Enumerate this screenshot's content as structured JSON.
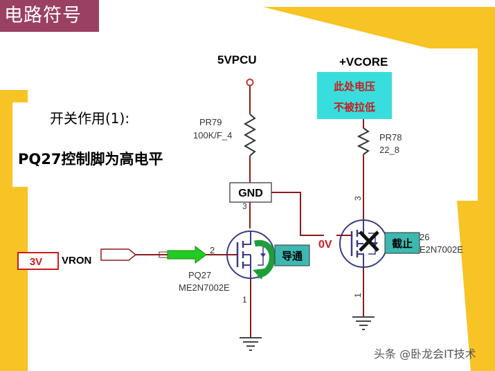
{
  "slide_title": "电路符号",
  "note": {
    "line1": "开关作用(1):",
    "line2": "PQ27控制脚为高电平"
  },
  "rails": {
    "left": "5VPCU",
    "right": "+VCORE"
  },
  "right_callout": {
    "line1": "此处电压",
    "line2": "不被拉低"
  },
  "resistors": {
    "left": {
      "ref": "PR79",
      "value": "100K/F_4"
    },
    "right": {
      "ref": "PR78",
      "value": "22_8"
    }
  },
  "gnd_box": "GND",
  "zero_volt": "0V",
  "input": {
    "voltage": "3V",
    "net": "VRON"
  },
  "mosfet_left": {
    "ref": "PQ27",
    "part": "ME2N7002E",
    "state": "导通"
  },
  "mosfet_right": {
    "ref_partial": "26",
    "part_partial": "E2N7002E",
    "state": "截止"
  },
  "pins": {
    "gate": "2",
    "drain": "3",
    "source": "1"
  },
  "watermark": "头条 @卧龙会IT技术",
  "colors": {
    "title_bg": "#9a4163",
    "accent_yellow": "#f7c325",
    "wire": "#8b1a1a",
    "component": "#3a3a8a",
    "callout_cyan": "#38dede",
    "state_teal": "#3db8b0",
    "arrow_green": "#22cc22",
    "input_red": "#cc1a1a"
  }
}
